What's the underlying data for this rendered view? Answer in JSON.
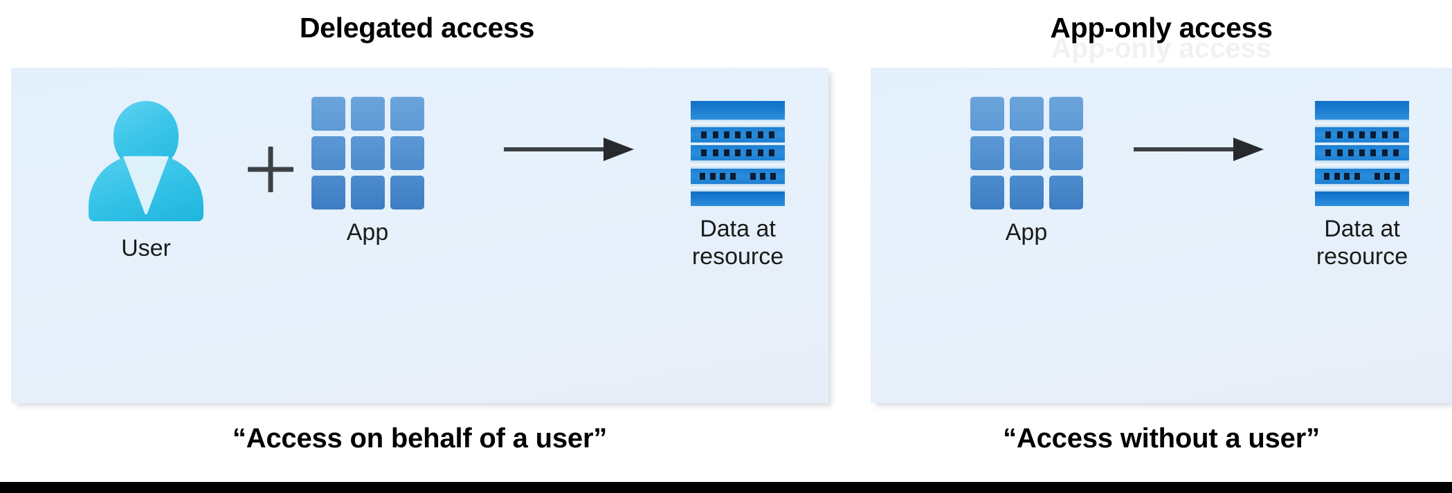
{
  "page": {
    "background_color": "#ffffff",
    "bottom_bar_color": "#000000"
  },
  "colors": {
    "panel_background": "#e5f0fb",
    "user_icon": "#35c3e8",
    "app_icon": "#4d8ccd",
    "data_icon": "#1a7ad0",
    "arrow": "#3c4146",
    "plus": "#3c4146",
    "title_text": "#000000",
    "label_text": "#1b1b1b"
  },
  "panels": [
    {
      "id": "delegated",
      "title": "Delegated access",
      "caption": "“Access on behalf of a user”",
      "nodes": [
        {
          "id": "user",
          "icon": "user-icon",
          "label": "User"
        },
        {
          "id": "app",
          "icon": "app-grid-icon",
          "label": "App"
        },
        {
          "id": "data",
          "icon": "server-rack-icon",
          "label": "Data at\nresource"
        }
      ],
      "connectors": [
        {
          "id": "plus",
          "icon": "plus-icon"
        },
        {
          "id": "arrow",
          "icon": "arrow-right-icon"
        }
      ]
    },
    {
      "id": "app-only",
      "title": "App-only access",
      "ghost_title": "App-only access",
      "caption": "“Access without a user”",
      "nodes": [
        {
          "id": "app",
          "icon": "app-grid-icon",
          "label": "App"
        },
        {
          "id": "data",
          "icon": "server-rack-icon",
          "label": "Data at\nresource"
        }
      ],
      "connectors": [
        {
          "id": "arrow",
          "icon": "arrow-right-icon"
        }
      ]
    }
  ]
}
